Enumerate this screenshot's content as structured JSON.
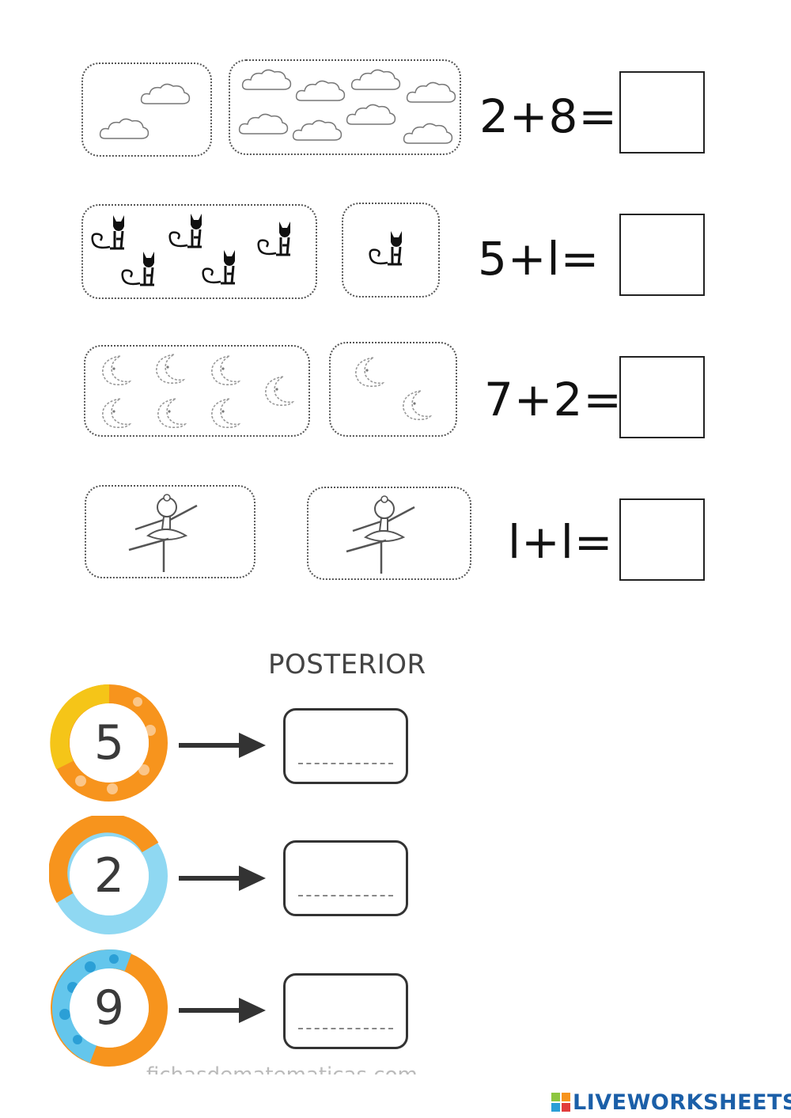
{
  "exercises": [
    {
      "left_count": 2,
      "right_count": 8,
      "equation": "2+8="
    },
    {
      "left_count": 5,
      "right_count": 1,
      "equation": "5+l="
    },
    {
      "left_count": 7,
      "right_count": 2,
      "equation": "7+2="
    },
    {
      "left_count": 1,
      "right_count": 1,
      "equation": "l+l="
    }
  ],
  "section": {
    "title": "POSTERIOR"
  },
  "successor": [
    {
      "number": "5",
      "answer_placeholder": "---------",
      "ring_colors": [
        "#f5c518",
        "#f7941d"
      ]
    },
    {
      "number": "2",
      "answer_placeholder": "---------",
      "ring_colors": [
        "#f7941d",
        "#8fd8f2"
      ]
    },
    {
      "number": "9",
      "answer_placeholder": "---------",
      "ring_colors": [
        "#64c6ec",
        "#f7941d"
      ]
    }
  ],
  "source_text": "fichasdematematicas.com",
  "brand": {
    "name": "LIVEWORKSHEETS",
    "color": "#1b5fa8"
  }
}
